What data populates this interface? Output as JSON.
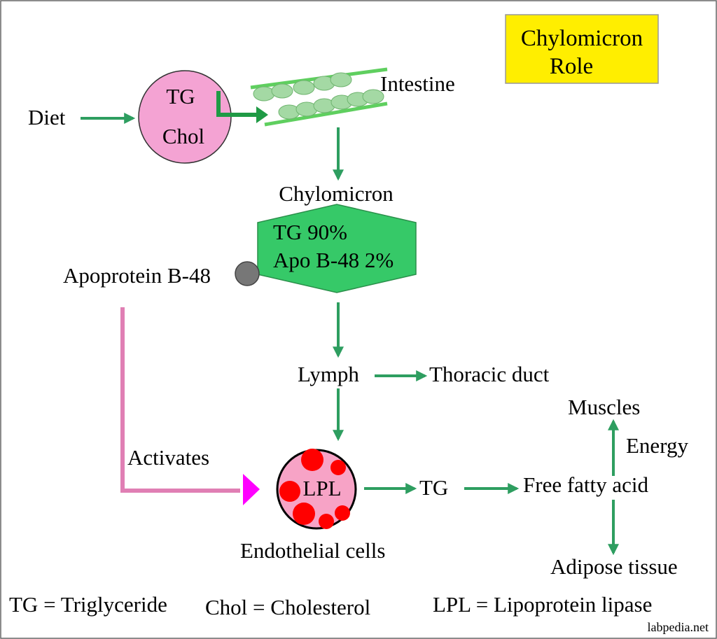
{
  "title_box": {
    "line1": "Chylomicron",
    "line2": "Role",
    "fill": "#ffee00"
  },
  "diet": {
    "label": "Diet"
  },
  "diet_particle": {
    "line1": "TG",
    "line2": "Chol",
    "fill": "#f4a3d3"
  },
  "intestine": {
    "label": "Intestine",
    "color": "#5fcf5f"
  },
  "chylomicron": {
    "label": "Chylomicron",
    "line1": "TG 90%",
    "line2": "Apo B-48 2%",
    "fill": "#36c968"
  },
  "apoprotein": {
    "label": "Apoprotein B-48"
  },
  "lymph": {
    "label": "Lymph"
  },
  "thoracic_duct": {
    "label": "Thoracic duct"
  },
  "activates": {
    "label": "Activates",
    "color": "#e07fb4",
    "arrow_color": "#ff00ff"
  },
  "endothelial": {
    "inner_label": "LPL",
    "label": "Endothelial cells",
    "fill": "#f7a3c6",
    "dot_color": "#ff0000"
  },
  "tg_out": {
    "label": "TG"
  },
  "ffa": {
    "label": "Free fatty acid"
  },
  "energy": {
    "label": "Energy"
  },
  "muscles": {
    "label": "Muscles"
  },
  "adipose": {
    "label": "Adipose tissue"
  },
  "legend": {
    "tg": "TG = Triglyceride",
    "chol": "Chol = Cholesterol",
    "lpl": "LPL = Lipoprotein lipase"
  },
  "watermark": "labpedia.net",
  "arrow_color": "#2e9e60"
}
